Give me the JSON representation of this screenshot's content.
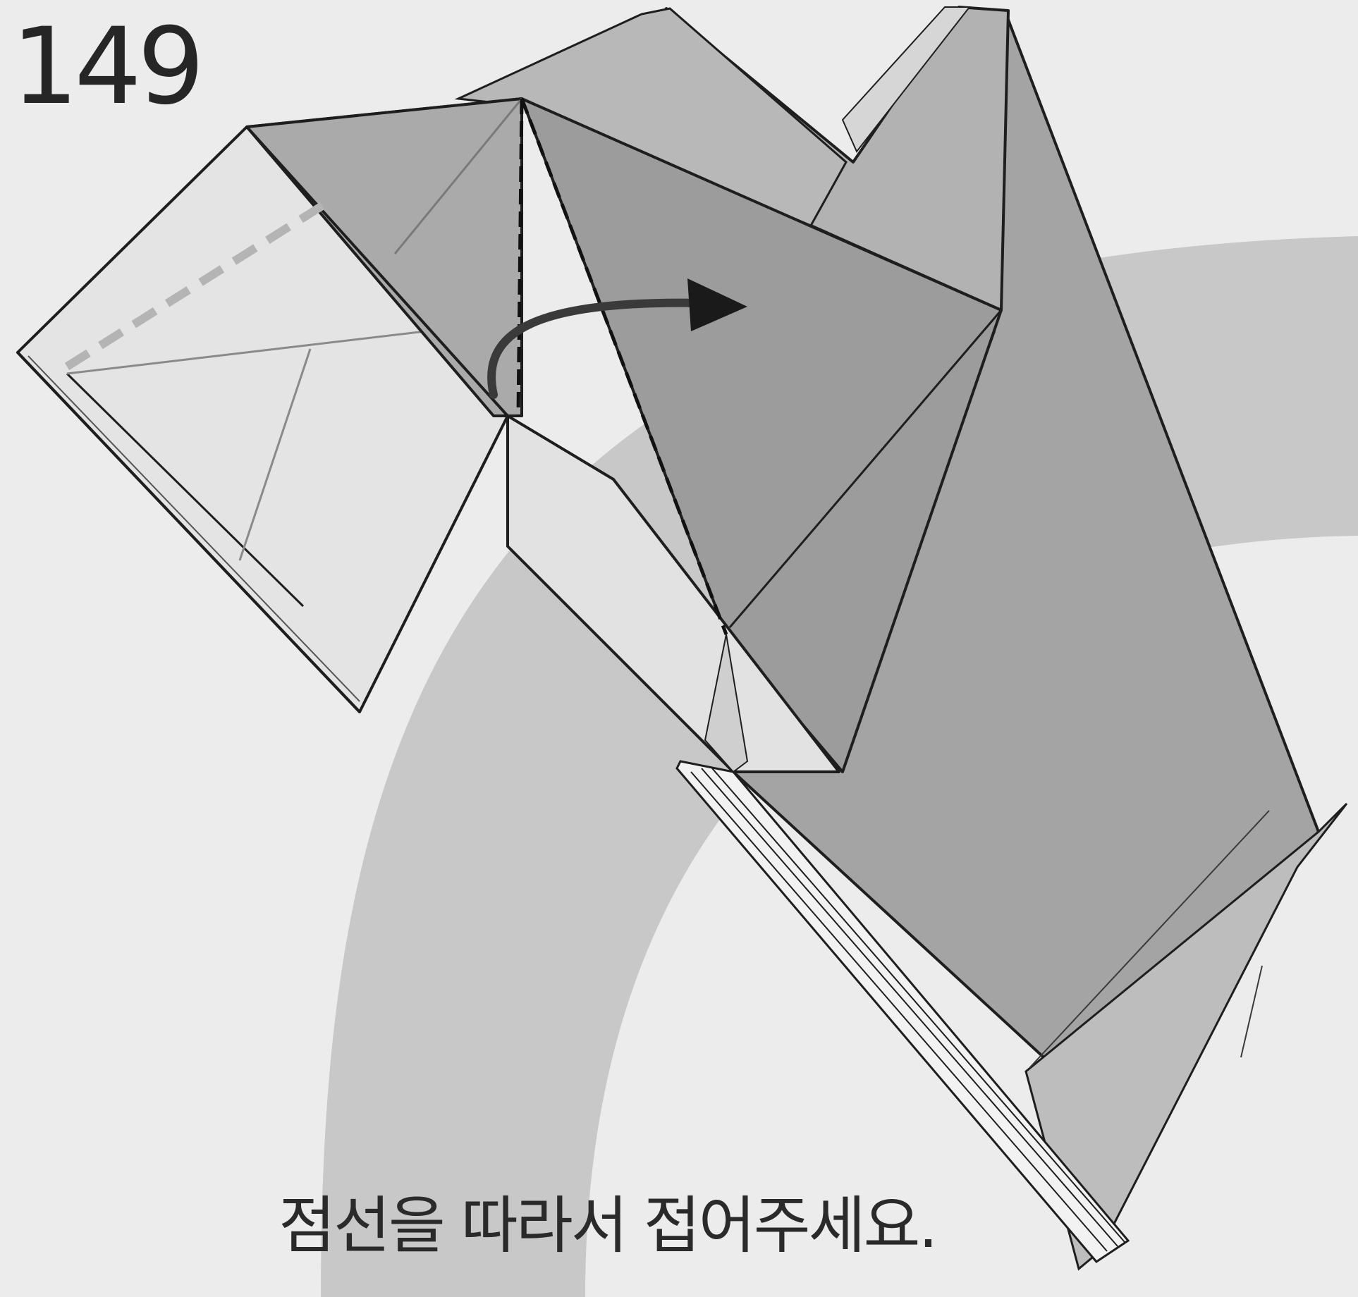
{
  "step": {
    "number": "149"
  },
  "instruction": {
    "text": "점선을 따라서 접어주세요."
  },
  "colors": {
    "background": "#ececec",
    "background_arc": "#c8c8c8",
    "paper_light": "#e4e4e4",
    "paper_mid": "#a8a8a8",
    "paper_dark": "#9c9c9c",
    "outline": "#1e1e1e",
    "valley_fold_line": "#111111",
    "hidden_fold_line": "#b4b4b4",
    "arrow": "#3a3a3a"
  },
  "symbols": [
    "valley-fold-dashed-line",
    "fold-direction-arrow"
  ]
}
